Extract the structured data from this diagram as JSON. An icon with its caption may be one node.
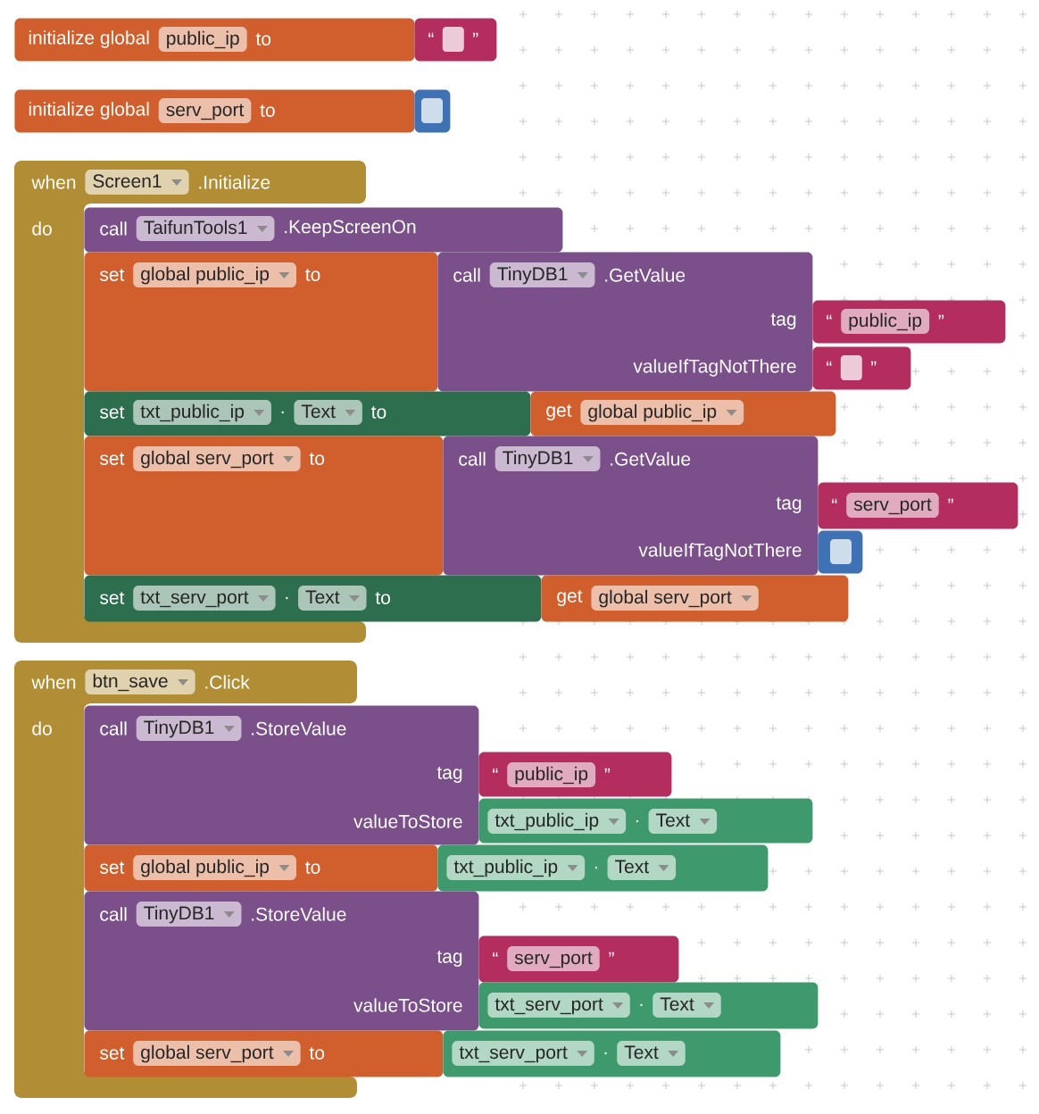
{
  "diagram": {
    "nodes": [
      {
        "text": [
          "initialize global",
          "public_ip",
          "to"
        ]
      },
      {
        "text": [
          "“",
          "”"
        ]
      },
      {
        "text": [
          "initialize global",
          "serv_port",
          "to"
        ]
      },
      {
        "text": [],
        "shape": "box"
      },
      {
        "text": [
          "when",
          "Screen1",
          ".Initialize",
          "do"
        ]
      },
      {
        "text": [
          "call",
          "TaifunTools1",
          ".KeepScreenOn"
        ]
      },
      {
        "text": [
          "set",
          "global public_ip",
          "to"
        ]
      },
      {
        "text": [
          "call",
          "TinyDB1",
          ".GetValue",
          "tag",
          "valueIfTagNotThere"
        ]
      },
      {
        "text": [
          "“",
          "public_ip",
          "”"
        ]
      },
      {
        "text": [
          "“",
          "”"
        ]
      },
      {
        "text": [
          "set",
          "txt_public_ip",
          ".",
          "Text",
          "to"
        ]
      },
      {
        "text": [
          "get",
          "global public_ip"
        ]
      },
      {
        "text": [
          "set",
          "global serv_port",
          "to"
        ]
      },
      {
        "text": [
          "call",
          "TinyDB1",
          ".GetValue",
          "tag",
          "valueIfTagNotThere"
        ]
      },
      {
        "text": [
          "“",
          "serv_port",
          "”"
        ]
      },
      {
        "text": [],
        "shape": "box"
      },
      {
        "text": [
          "set",
          "txt_serv_port",
          ".",
          "Text",
          "to"
        ]
      },
      {
        "text": [
          "get",
          "global serv_port"
        ]
      },
      {
        "text": [
          "when",
          "btn_save",
          ".Click",
          "do"
        ]
      },
      {
        "text": [
          "call",
          "TinyDB1",
          ".StoreValue",
          "tag",
          "valueToStore"
        ]
      },
      {
        "text": [
          "“",
          "public_ip",
          "”"
        ]
      },
      {
        "text": [
          "txt_public_ip",
          ".",
          "Text"
        ]
      },
      {
        "text": [
          "set",
          "global public_ip",
          "to"
        ]
      },
      {
        "text": [
          "txt_public_ip",
          ".",
          "Text"
        ]
      },
      {
        "text": [
          "call",
          "TinyDB1",
          ".StoreValue",
          "tag",
          "valueToStore"
        ]
      },
      {
        "text": [
          "“",
          "serv_port",
          "”"
        ]
      },
      {
        "text": [
          "txt_serv_port",
          ".",
          "Text"
        ]
      },
      {
        "text": [
          "set",
          "global serv_port",
          "to"
        ]
      },
      {
        "text": [
          "txt_serv_port",
          ".",
          "Text"
        ]
      }
    ]
  }
}
